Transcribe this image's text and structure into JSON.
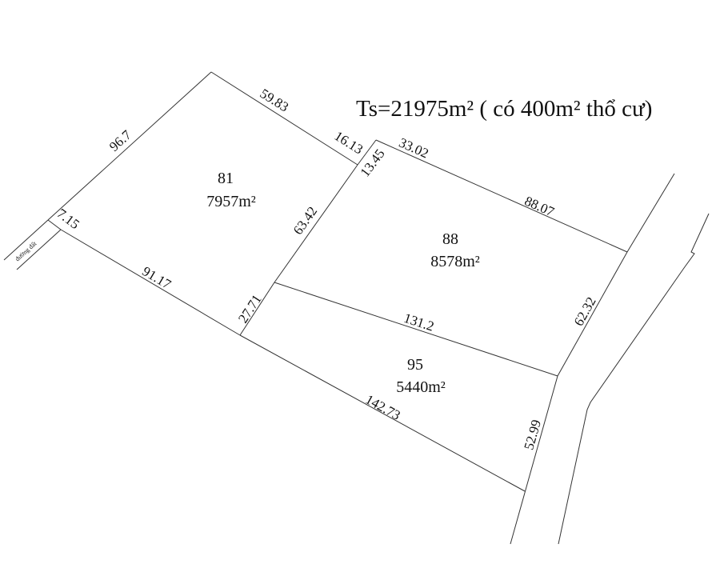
{
  "title": "Ts=21975m² ( có 400m² thổ cư)",
  "road_label": "đường đất",
  "parcels": [
    {
      "number": "81",
      "area": "7957m²"
    },
    {
      "number": "88",
      "area": "8578m²"
    },
    {
      "number": "95",
      "area": "5440m²"
    }
  ],
  "edges": {
    "e96_7": "96.7",
    "e59_83": "59.83",
    "e16_13": "16.13",
    "e13_45": "13.45",
    "e33_02": "33.02",
    "e88_07": "88.07",
    "e7_15": "7.15",
    "e91_17": "91.17",
    "e63_42": "63.42",
    "e27_71": "27.71",
    "e131_2": "131.2",
    "e62_32": "62.32",
    "e142_73": "142.73",
    "e52_99": "52.99"
  }
}
